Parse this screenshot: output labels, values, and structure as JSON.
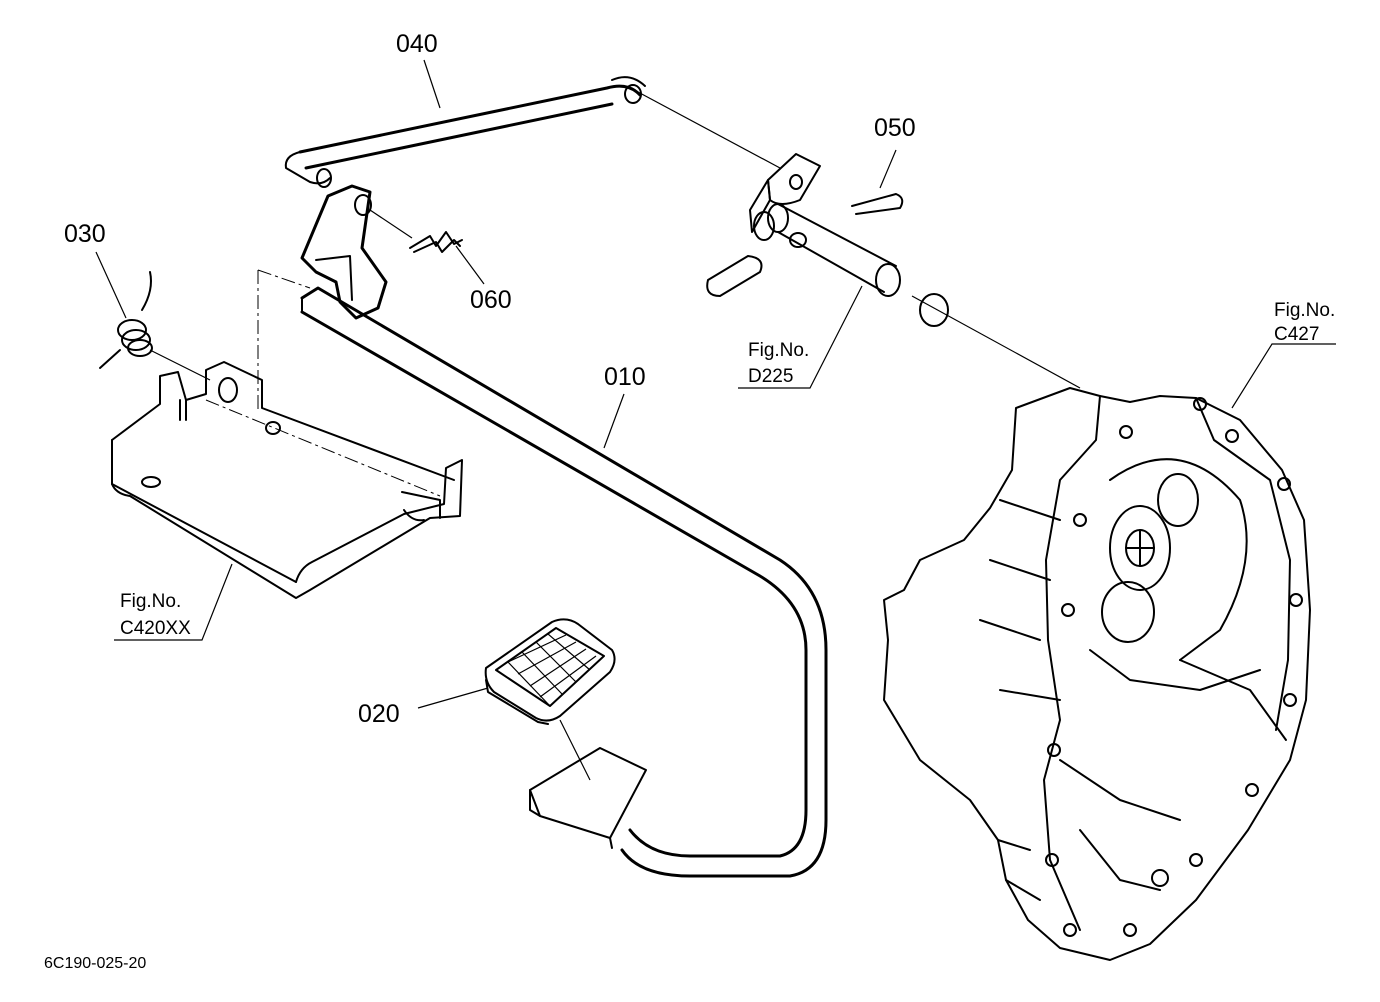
{
  "parts": {
    "p010": "010",
    "p020": "020",
    "p030": "030",
    "p040": "040",
    "p050": "050",
    "p060": "060"
  },
  "figrefs": {
    "c420": {
      "line1": "Fig.No.",
      "line2": "C420XX"
    },
    "d225": {
      "line1": "Fig.No.",
      "line2": "D225"
    },
    "c427": {
      "line1": "Fig.No.",
      "line2": "C427"
    }
  },
  "drawing_code": "6C190-025-20"
}
